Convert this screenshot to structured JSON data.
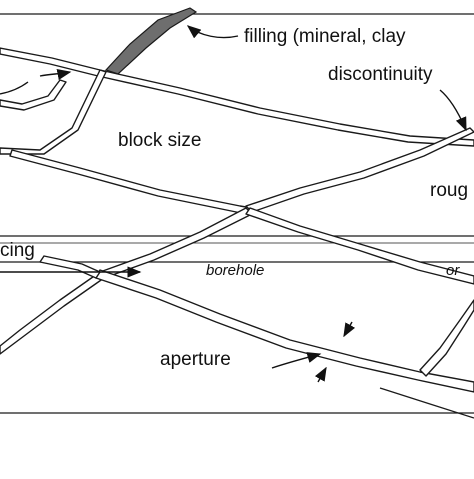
{
  "diagram": {
    "labels": {
      "filling": "filling (mineral, clay",
      "discontinuity": "discontinuity",
      "block_size": "block size",
      "roughness": "roug",
      "spacing": "cing",
      "borehole": "borehole",
      "or": "or",
      "aperture": "aperture"
    },
    "colors": {
      "line": "#1a1a1a",
      "filling": "#6e6e6e",
      "background": "#ffffff"
    }
  }
}
